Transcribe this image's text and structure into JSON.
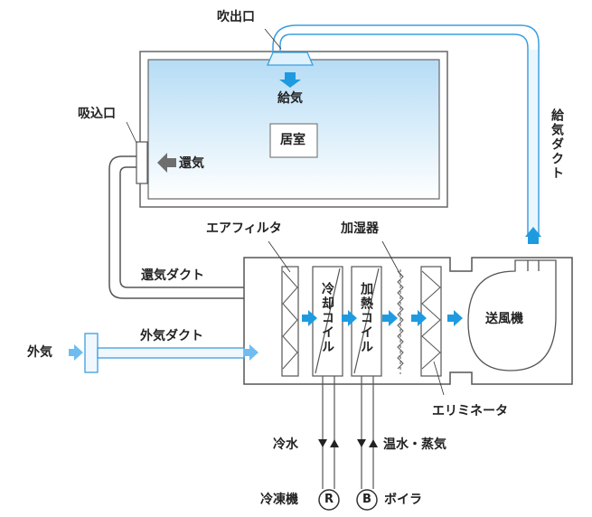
{
  "labels": {
    "outlet": "吹出口",
    "supply_air": "給気",
    "room": "居室",
    "inlet": "吸込口",
    "return_air": "還気",
    "supply_duct": "給気ダクト",
    "air_filter": "エアフィルタ",
    "humidifier": "加湿器",
    "return_duct": "還気ダクト",
    "cooling_coil": "冷却コイル",
    "heating_coil": "加熱コイル",
    "fan": "送風機",
    "outside_air_duct": "外気ダクト",
    "outside_air": "外気",
    "eliminator": "エリミネータ",
    "cold_water": "冷水",
    "hot_water_steam": "温水・蒸気",
    "chiller": "冷凍機",
    "boiler": "ボイラ",
    "chiller_symbol": "R",
    "boiler_symbol": "B"
  },
  "colors": {
    "duct_blue": "#4aa8e6",
    "room_fill_top": "#b9dff6",
    "room_fill_bottom": "#ffffff",
    "arrow_blue": "#1e9be0",
    "return_gray": "#6e6e6e",
    "line": "#555555"
  }
}
